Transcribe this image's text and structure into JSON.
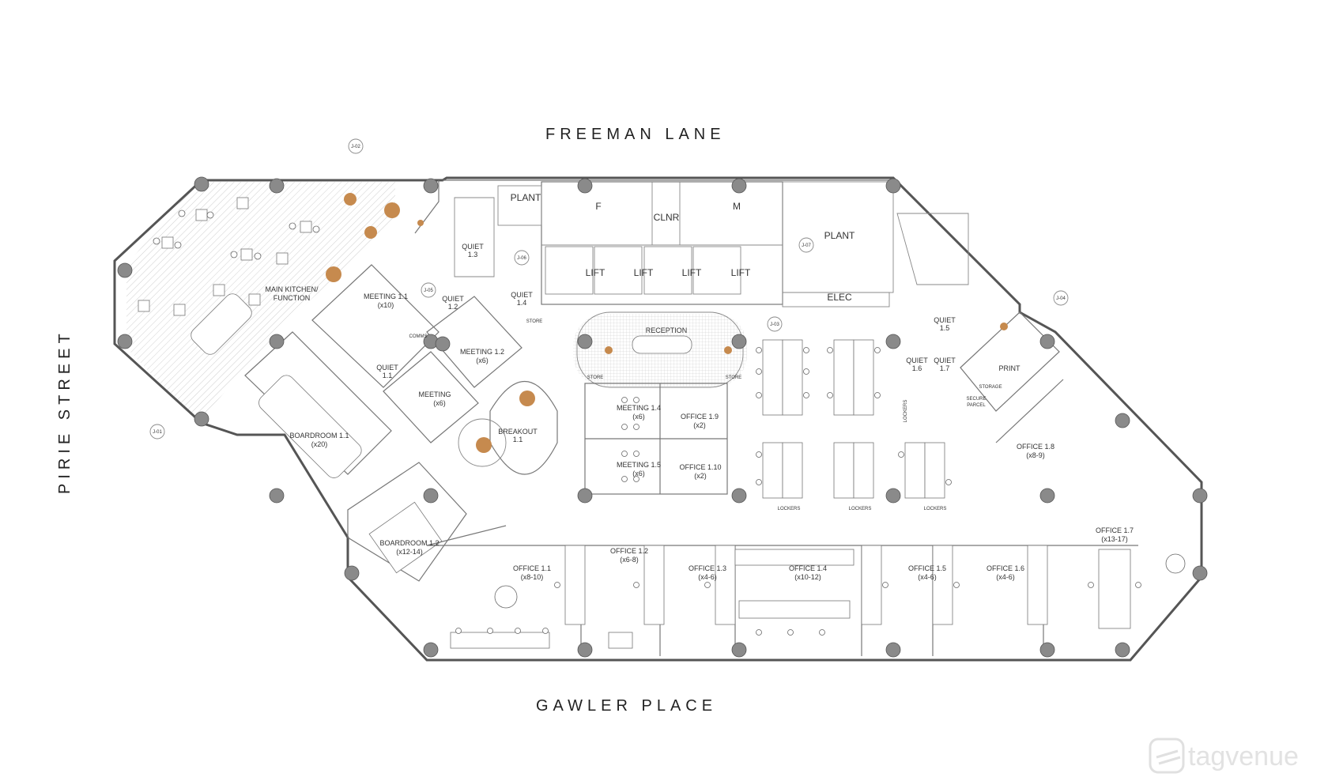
{
  "streets": {
    "top": "FREEMAN LANE",
    "bottom": "GAWLER PLACE",
    "left": "PIRIE STREET"
  },
  "rooms": {
    "plant_a": "PLANT",
    "plant_b": "PLANT",
    "toilet_f": "F",
    "cleaner": "CLNR",
    "toilet_m": "M",
    "lift_1": "LIFT",
    "lift_2": "LIFT",
    "lift_3": "LIFT",
    "lift_4": "LIFT",
    "elec": "ELEC",
    "reception": "RECEPTION",
    "store_1": "STORE",
    "store_2": "STORE",
    "store_3": "STORE",
    "comms": "COMMS",
    "storage": "STORAGE",
    "secure_parcel_1": "SECURE",
    "secure_parcel_2": "PARCEL",
    "print": "PRINT",
    "lockers_1": "LOCKERS",
    "lockers_2": "LOCKERS",
    "lockers_3": "LOCKERS",
    "lockers_4": "LOCKERS",
    "main_kitchen_1": "MAIN KITCHEN/",
    "main_kitchen_2": "FUNCTION",
    "meeting_11_name": "MEETING 1.1",
    "meeting_11_cap": "(x10)",
    "meeting_12_name": "MEETING 1.2",
    "meeting_12_cap": "(x6)",
    "meeting_13_name": "MEETING",
    "meeting_13_cap": "(x6)",
    "meeting_14_name": "MEETING 1.4",
    "meeting_14_cap": "(x6)",
    "meeting_15_name": "MEETING 1.5",
    "meeting_15_cap": "(x6)",
    "quiet_11": [
      "QUIET",
      "1.1"
    ],
    "quiet_12": [
      "QUIET",
      "1.2"
    ],
    "quiet_13": [
      "QUIET",
      "1.3"
    ],
    "quiet_14": [
      "QUIET",
      "1.4"
    ],
    "quiet_15": [
      "QUIET",
      "1.5"
    ],
    "quiet_16": [
      "QUIET",
      "1.6"
    ],
    "quiet_17": [
      "QUIET",
      "1.7"
    ],
    "breakout": [
      "BREAKOUT",
      "1.1"
    ],
    "boardroom_11_name": "BOARDROOM 1.1",
    "boardroom_11_cap": "(x20)",
    "boardroom_12_name": "BOARDROOM 1.2",
    "boardroom_12_cap": "(x12-14)",
    "office_11": [
      "OFFICE 1.1",
      "(x8-10)"
    ],
    "office_12": [
      "OFFICE 1.2",
      "(x6-8)"
    ],
    "office_13": [
      "OFFICE 1.3",
      "(x4-6)"
    ],
    "office_14": [
      "OFFICE 1.4",
      "(x10-12)"
    ],
    "office_15": [
      "OFFICE 1.5",
      "(x4-6)"
    ],
    "office_16": [
      "OFFICE 1.6",
      "(x4-6)"
    ],
    "office_17": [
      "OFFICE 1.7",
      "(x13-17)"
    ],
    "office_18": [
      "OFFICE 1.8",
      "(x8-9)"
    ],
    "office_19": [
      "OFFICE 1.9",
      "(x2)"
    ],
    "office_110": [
      "OFFICE 1.10",
      "(x2)"
    ]
  },
  "tags": {
    "j01": "J-01",
    "j02": "J-02",
    "j03": "J-03",
    "j04": "J-04",
    "j05": "J-05",
    "j06": "J-06",
    "j07": "J-07"
  },
  "watermark": "tagvenue",
  "colors": {
    "accent": "#c68a4e",
    "walls": "#555555",
    "columns": "#8a8a8a"
  }
}
